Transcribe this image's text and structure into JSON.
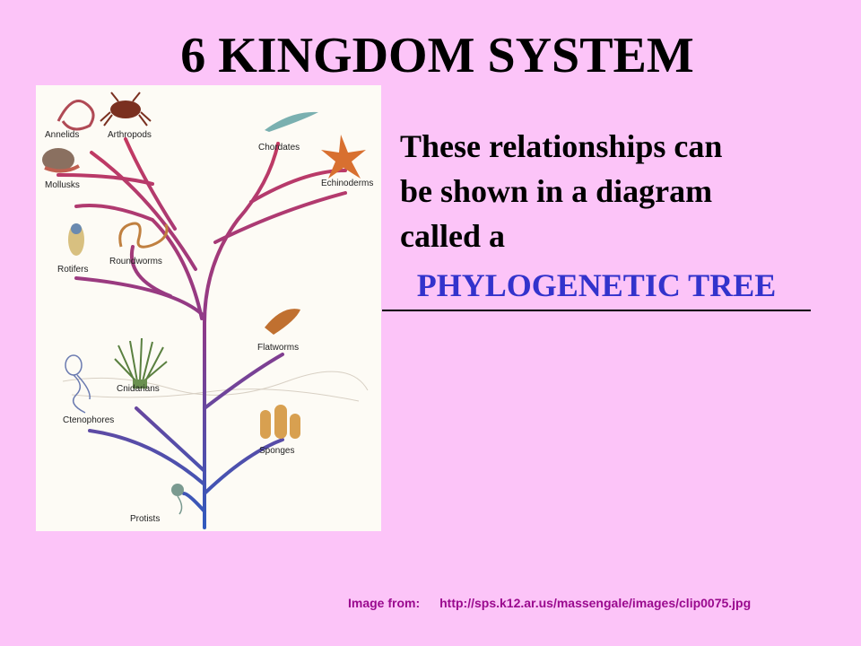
{
  "slide": {
    "title": "6 KINGDOM SYSTEM",
    "body_lines": [
      "These relationships can",
      "be shown in a diagram",
      "called a"
    ],
    "answer": "PHYLOGENETIC TREE"
  },
  "tree": {
    "leaves": [
      "Annelids",
      "Arthropods",
      "Mollusks",
      "Rotifers",
      "Roundworms",
      "Cnidarians",
      "Ctenophores",
      "Chordates",
      "Echinoderms",
      "Flatworms",
      "Sponges",
      "Protists"
    ]
  },
  "credit": {
    "label": "Image from:",
    "url": "http://sps.k12.ar.us/massengale/images/clip0075.jpg"
  },
  "colors": {
    "background": "#fcc4f8",
    "answer": "#3333cc",
    "credit": "#9a0a8e",
    "tree_top": "#d43a55",
    "tree_bottom": "#2e5bbf"
  }
}
